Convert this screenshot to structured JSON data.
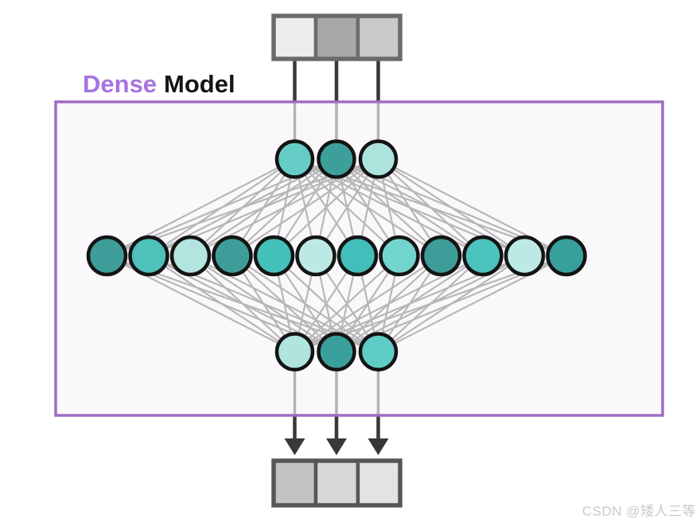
{
  "title": {
    "accent": "Dense",
    "rest": "Model"
  },
  "watermark": "CSDN @矮人三等",
  "colors": {
    "background": "#ffffff",
    "title_accent": "#a673e0",
    "title_rest": "#141414",
    "box_border": "#9e6cc5",
    "box_fill": "#fbf8fb",
    "connection_line": "#b7b7b7",
    "token_line_dark": "#383838",
    "token_line_gray": "#b3b3b3",
    "node_stroke": "#141414",
    "watermark_text": "#c9c9c9",
    "input_bar_border": "#6b6b6b",
    "output_bar_border": "#565656"
  },
  "input_bar": {
    "label": "input-token-vector",
    "cells": [
      "#ededed",
      "#a8a8a8",
      "#c9c9c9"
    ]
  },
  "output_bar": {
    "label": "output-token-vector",
    "cells": [
      "#c3c3c3",
      "#d8d8d8",
      "#e3e3e3"
    ]
  },
  "layers": [
    {
      "name": "top-layer",
      "node_count": 3,
      "node_colors": [
        "#66cdc6",
        "#3d9f9a",
        "#ace4dd"
      ]
    },
    {
      "name": "hidden-layer",
      "node_count": 12,
      "node_colors": [
        "#3f9d99",
        "#4ec1bb",
        "#b2e5df",
        "#3f9d99",
        "#44c0bb",
        "#bce9e3",
        "#42bfba",
        "#72d5cd",
        "#3f9d99",
        "#4cc3bd",
        "#bce9e3",
        "#38a09b"
      ]
    },
    {
      "name": "bottom-layer",
      "node_count": 3,
      "node_colors": [
        "#b0e5df",
        "#3a9e9a",
        "#5fcdc6"
      ]
    }
  ],
  "connections": {
    "top_to_hidden": "fully-connected",
    "hidden_to_bottom": "fully-connected"
  }
}
